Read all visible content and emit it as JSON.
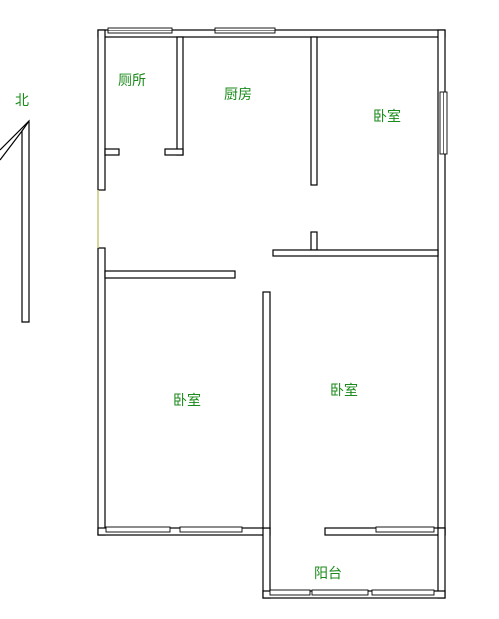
{
  "north_label": "北",
  "rooms": {
    "toilet": "厕所",
    "kitchen": "厨房",
    "bedroom_ne": "卧室",
    "bedroom_sw": "卧室",
    "bedroom_se": "卧室",
    "balcony": "阳台"
  },
  "colors": {
    "label": "#1a8a1a",
    "wall": "#000000",
    "background": "#ffffff",
    "door": "#c8c878"
  }
}
